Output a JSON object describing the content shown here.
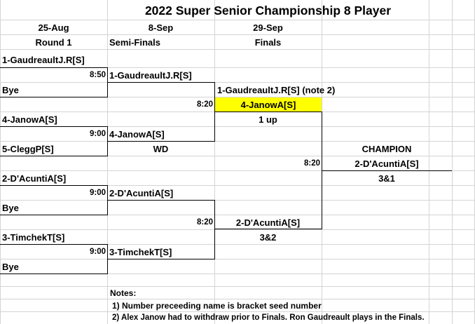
{
  "title": "2022 Super Senior Championship 8 Player",
  "columns": [
    {
      "date": "25-Aug",
      "round": "Round 1"
    },
    {
      "date": "8-Sep",
      "round": "Semi-Finals"
    },
    {
      "date": "29-Sep",
      "round": "Finals"
    }
  ],
  "round1": [
    {
      "top": "1-GaudreaultJ.R[S]",
      "time": "8:50",
      "bottom": "Bye"
    },
    {
      "top": "4-JanowA[S]",
      "time": "9:00",
      "bottom": "5-CleggP[S]"
    },
    {
      "top": "2-D'AcuntiA[S]",
      "time": "9:00",
      "bottom": "Bye"
    },
    {
      "top": "3-TimchekT[S]",
      "time": "9:00",
      "bottom": "Bye"
    }
  ],
  "semis": [
    {
      "top": "1-GaudreaultJ.R[S]",
      "time": "8:20",
      "bottom": "4-JanowA[S]",
      "bottom_result": "WD"
    },
    {
      "top": "2-D'AcuntiA[S]",
      "time": "8:20",
      "bottom": "3-TimchekT[S]"
    }
  ],
  "finals": {
    "top": "1-GaudreaultJ.R[S] (note 2)",
    "top_highlight": "4-JanowA[S]",
    "top_result": "1 up",
    "time": "8:20",
    "bottom": "2-D'AcuntiA[S]",
    "bottom_result": "3&2"
  },
  "champion": {
    "label": "CHAMPION",
    "name": "2-D'AcuntiA[S]",
    "result": "3&1"
  },
  "notes": {
    "heading": "Notes:",
    "items": [
      "1) Number preceeding name is bracket seed number",
      "2) Alex Janow had to withdraw prior to Finals. Ron Gaudreault plays in the Finals."
    ]
  },
  "colors": {
    "highlight": "#ffff00",
    "gridline": "#d4d4d4",
    "bracket": "#000000"
  }
}
